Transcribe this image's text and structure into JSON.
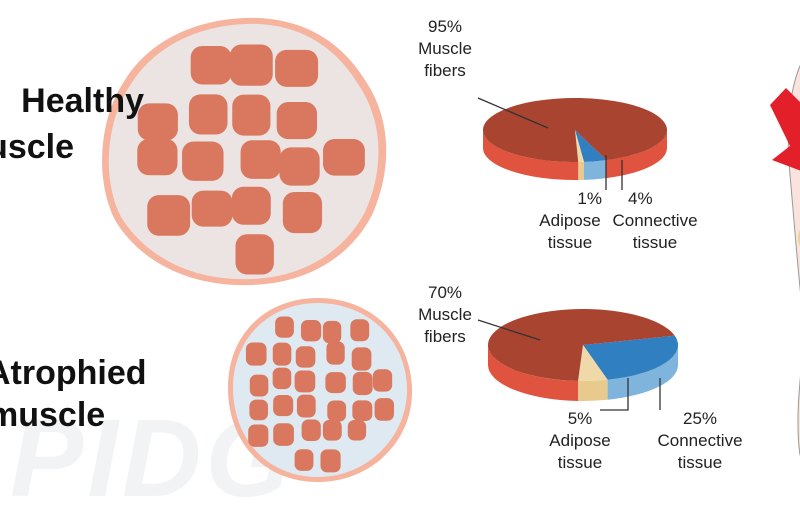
{
  "watermark": "PIDG",
  "healthy": {
    "title_line1": "Healthy",
    "title_line2": "muscle",
    "muscle_label": {
      "pct": "95%",
      "line1": "Muscle",
      "line2": "fibers"
    },
    "adipose_label": {
      "pct": "1%",
      "line1": "Adipose",
      "line2": "tissue"
    },
    "connective_label": {
      "pct": "4%",
      "line1": "Connective",
      "line2": "tissue"
    }
  },
  "atrophied": {
    "title_line1": "Atrophied",
    "title_line2": "muscle",
    "muscle_label": {
      "pct": "70%",
      "line1": "Muscle",
      "line2": "fibers"
    },
    "adipose_label": {
      "pct": "5%",
      "line1": "Adipose",
      "line2": "tissue"
    },
    "connective_label": {
      "pct": "25%",
      "line1": "Connective",
      "line2": "tissue"
    }
  },
  "chart_data": [
    {
      "type": "pie",
      "title": "Healthy muscle",
      "categories": [
        "Muscle fibers",
        "Connective tissue",
        "Adipose tissue"
      ],
      "values": [
        95,
        4,
        1
      ]
    },
    {
      "type": "pie",
      "title": "Atrophied muscle",
      "categories": [
        "Muscle fibers",
        "Connective tissue",
        "Adipose tissue"
      ],
      "values": [
        70,
        25,
        5
      ]
    }
  ],
  "colors": {
    "muscle_top": "#a94431",
    "muscle_side": "#e0533e",
    "connective_top": "#2f7fc1",
    "connective_side": "#7fb5dc",
    "adipose_top": "#efd9a8",
    "adipose_side": "#e8c98e",
    "fiber": "#d9785f",
    "arrow": "#e3202a"
  }
}
